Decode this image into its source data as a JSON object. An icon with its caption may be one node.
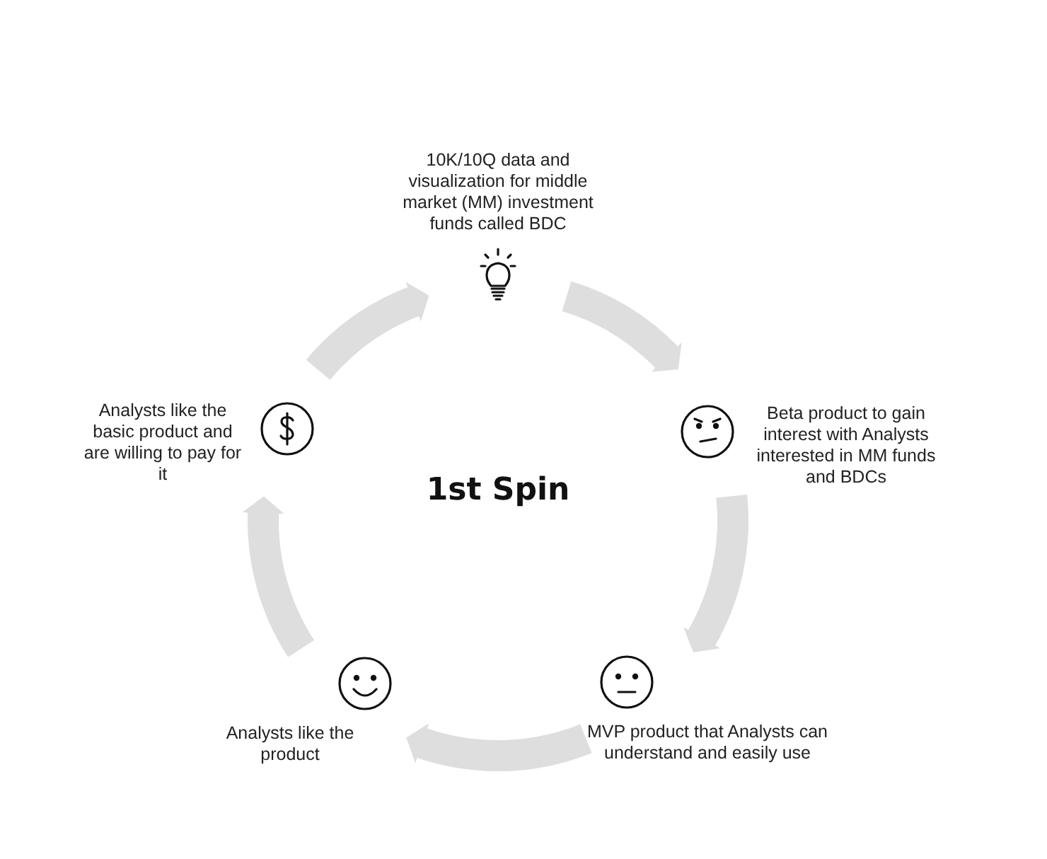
{
  "diagram": {
    "title": "1st Spin",
    "nodes": [
      {
        "text": [
          "10K/10Q data and visualization for middle market (MM) investment funds called BDC"
        ]
      },
      {
        "text": [
          "Beta product to gain interest with Analysts interested in MM funds and BDCs"
        ]
      },
      {
        "text": [
          "MVP product that Analysts can understand and easily use"
        ]
      },
      {
        "text": [
          "Analysts like the product"
        ]
      },
      {
        "text": [
          "Analysts like the basic product and are willing to pay for it"
        ]
      }
    ],
    "edges": [
      {
        "from": 0,
        "to": 1,
        "arrow": "to"
      },
      {
        "from": 1,
        "to": 2,
        "arrow": "to"
      },
      {
        "from": 2,
        "to": 3,
        "arrow": "to"
      },
      {
        "from": 3,
        "to": 4,
        "arrow": "to"
      },
      {
        "from": 4,
        "to": 0,
        "arrow": "to"
      }
    ]
  }
}
